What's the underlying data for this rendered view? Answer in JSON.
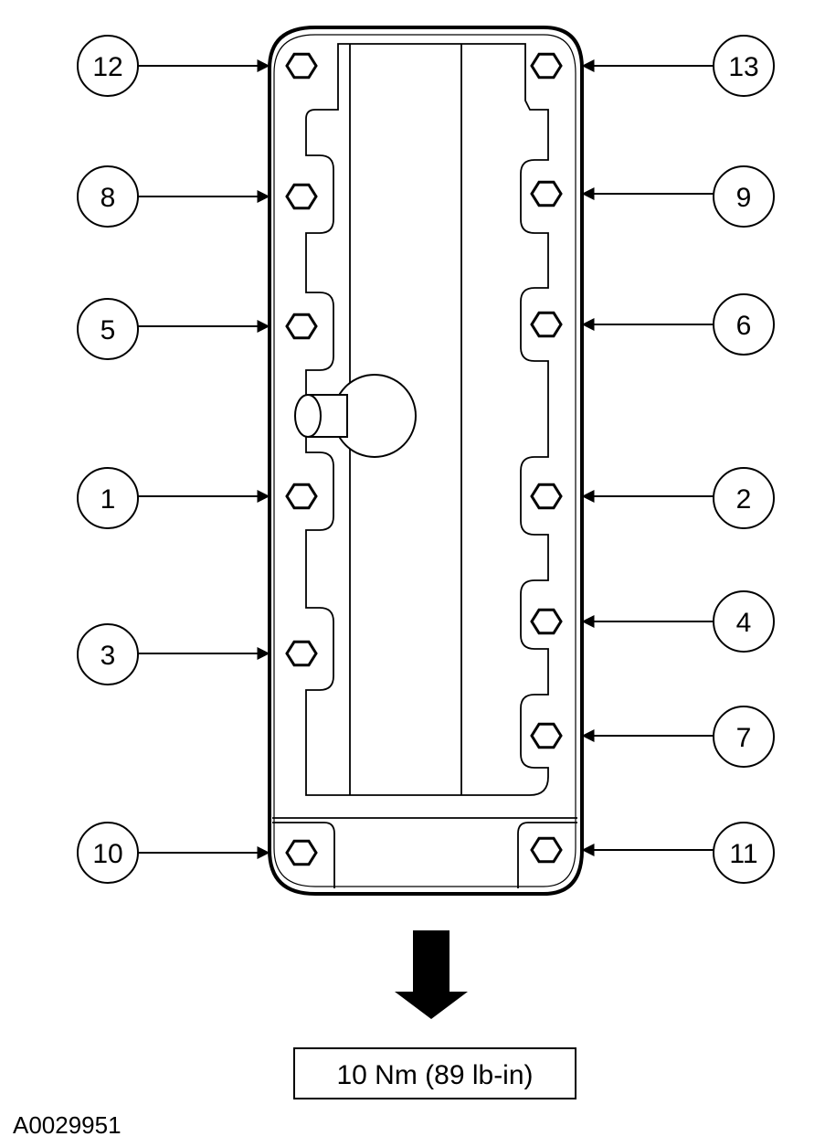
{
  "callouts": {
    "b12": "12",
    "b13": "13",
    "b8": "8",
    "b9": "9",
    "b5": "5",
    "b6": "6",
    "b1": "1",
    "b2": "2",
    "b3": "3",
    "b4": "4",
    "b7": "7",
    "b10": "10",
    "b11": "11"
  },
  "torque_spec": "10 Nm (89 lb-in)",
  "figure_id": "A0029951"
}
